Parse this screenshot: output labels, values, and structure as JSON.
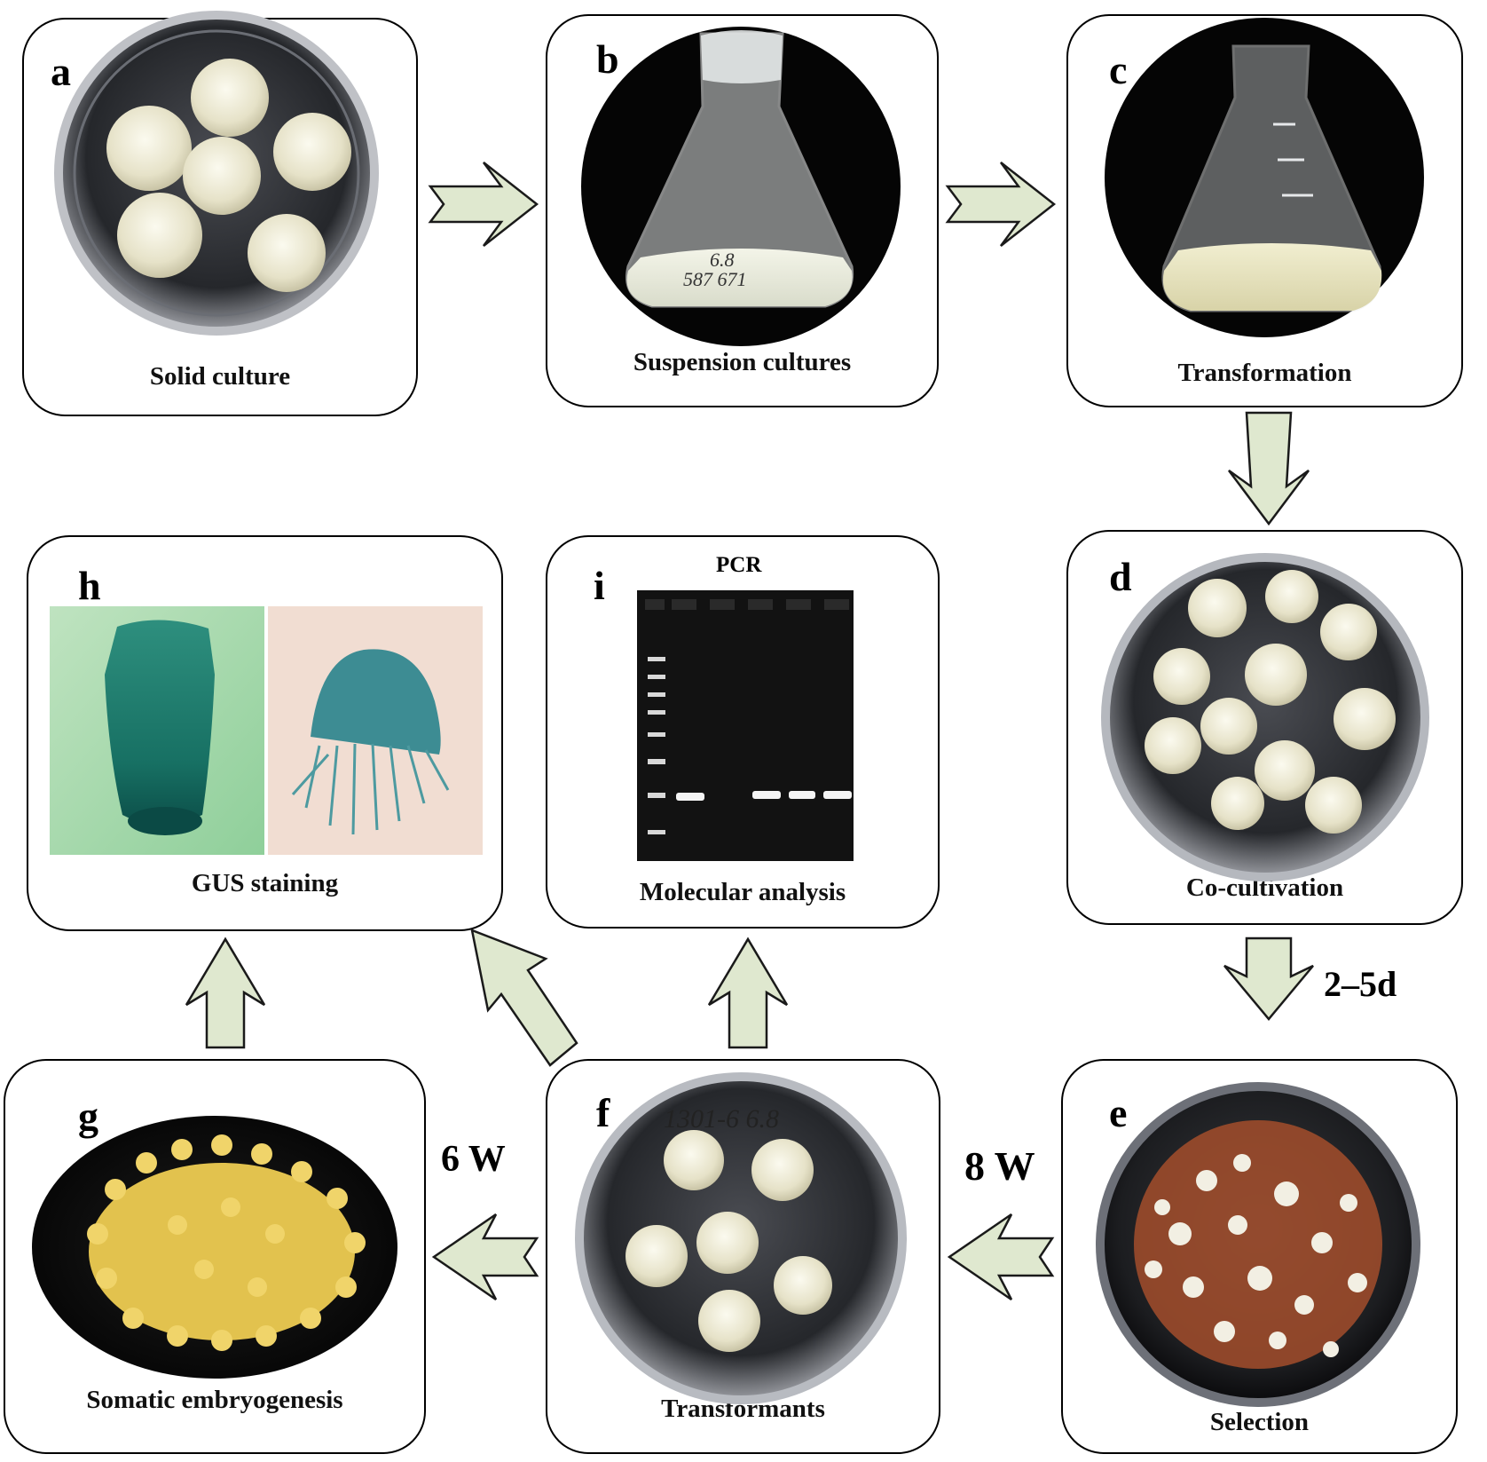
{
  "panels": {
    "a": {
      "letter": "a",
      "caption": "Solid culture"
    },
    "b": {
      "letter": "b",
      "caption": "Suspension cultures"
    },
    "c": {
      "letter": "c",
      "caption": "Transformation"
    },
    "d": {
      "letter": "d",
      "caption": "Co-cultivation"
    },
    "e": {
      "letter": "e",
      "caption": "Selection"
    },
    "f": {
      "letter": "f",
      "caption": "Transformants",
      "dish_writing": "1301-6   6.8"
    },
    "g": {
      "letter": "g",
      "caption": "Somatic embryogenesis"
    },
    "h": {
      "letter": "h",
      "caption": "GUS staining"
    },
    "i": {
      "letter": "i",
      "caption": "Molecular analysis",
      "top_label": "PCR"
    }
  },
  "flask_writing": {
    "line1": "6.8",
    "line2": "587 671"
  },
  "arrow_labels": {
    "d_to_e": "2–5d",
    "e_to_f": "8 W",
    "f_to_g": "6 W"
  },
  "colors": {
    "arrow_fill": "#dfe8cf",
    "arrow_stroke": "#1a1a1a",
    "gus_blue": "#1f6e78",
    "callus_cream": "#ece9d6",
    "embryo_yellow": "#e2c24e",
    "browned_callus": "#a34d2c"
  }
}
